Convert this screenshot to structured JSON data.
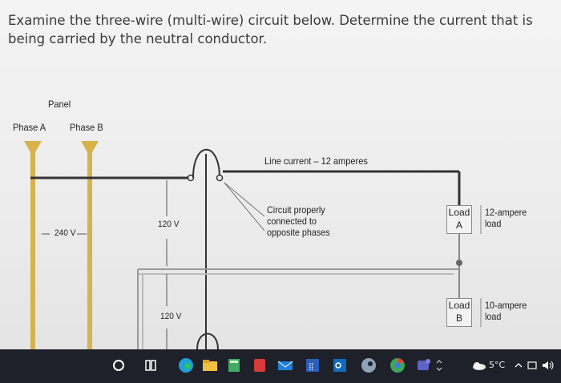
{
  "question": {
    "line1": "Examine the three-wire (multi-wire) circuit below. Determine the current that is",
    "line2": "being carried by the neutral conductor."
  },
  "diagram": {
    "panel_label": "Panel",
    "phase_a_label": "Phase A",
    "phase_b_label": "Phase B",
    "voltage_240": "240 V",
    "voltage_120_top": "120 V",
    "voltage_120_bottom": "120 V",
    "line_current": "Line current – 12 amperes",
    "circuit_note": [
      "Circuit properly",
      "connected to",
      "opposite phases"
    ],
    "load_a": [
      "Load",
      "A"
    ],
    "load_a_desc": [
      "12-ampere",
      "load"
    ],
    "load_b": [
      "Load",
      "B"
    ],
    "load_b_desc": [
      "10-ampere",
      "load"
    ],
    "colors": {
      "phase_wire": "#d8b24a",
      "line": "#333333",
      "neutral_wire": "#9a9a9a"
    }
  },
  "taskbar": {
    "temperature": "5°C",
    "icons": [
      "cortana-icon",
      "task-view-icon",
      "edge-icon",
      "file-explorer-icon",
      "calculator-icon",
      "office-icon",
      "mail-icon",
      "word-icon",
      "outlook-icon",
      "steam-icon",
      "chrome-icon",
      "teams-icon"
    ],
    "tray_icons": [
      "weather-icon",
      "chevron-up-icon",
      "meet-icon",
      "speaker-icon"
    ]
  }
}
